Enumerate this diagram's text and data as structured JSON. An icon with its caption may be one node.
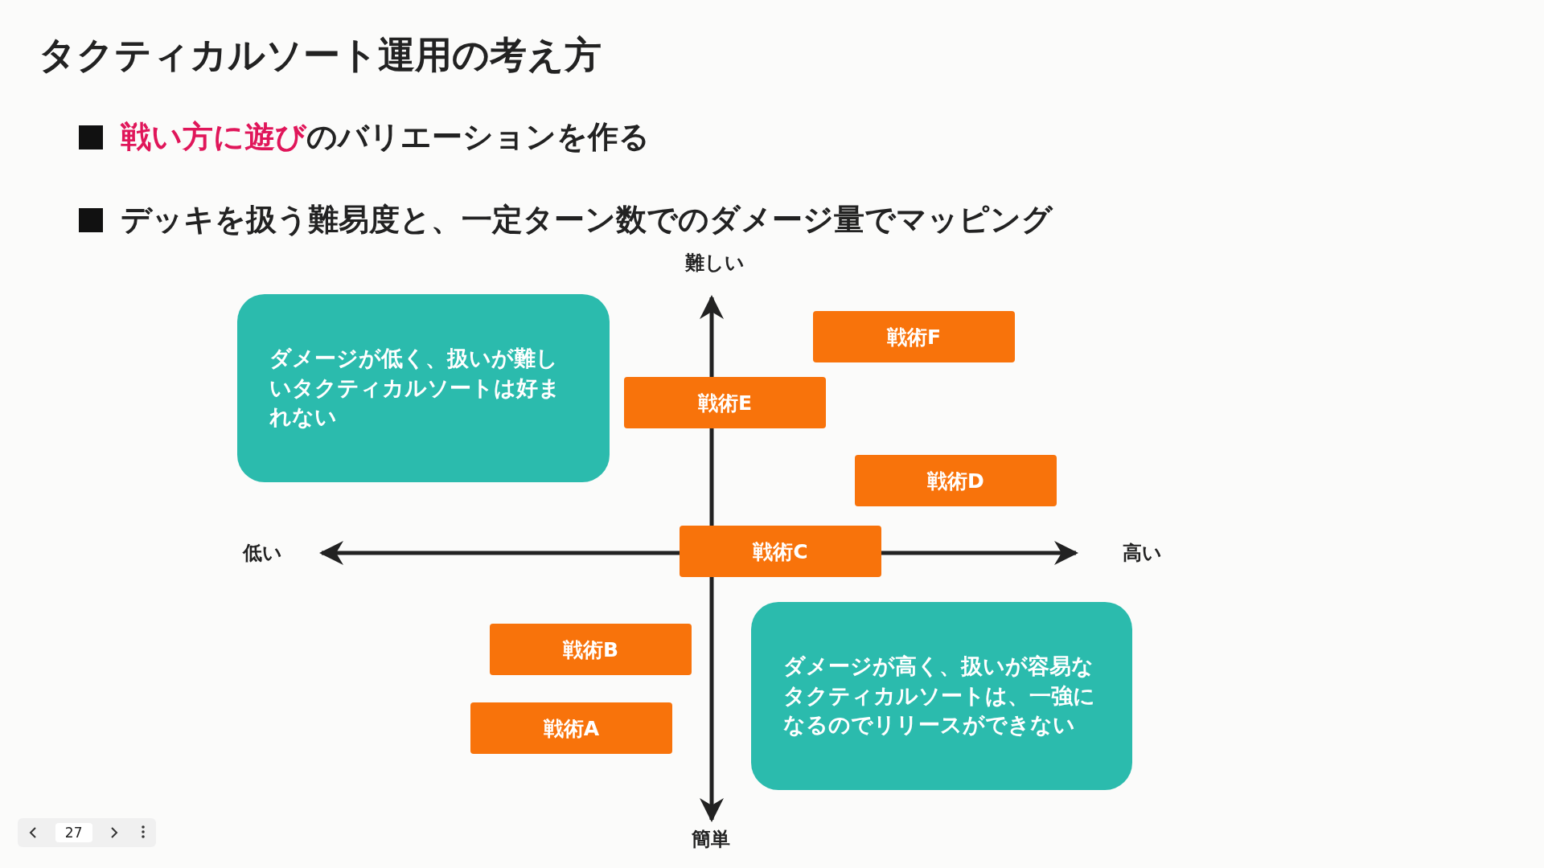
{
  "diagram": {
    "title": "タクティカルソート運用の考え方",
    "nodes": [
      {
        "text": [
          "ダメージが低く、扱いが難しいタクティカルソートは好まれない"
        ]
      },
      {
        "text": [
          "戦術F"
        ]
      },
      {
        "text": [
          "戦術E"
        ]
      },
      {
        "text": [
          "戦術D"
        ]
      },
      {
        "text": [
          "戦術C"
        ]
      },
      {
        "text": [
          "戦術B"
        ]
      },
      {
        "text": [
          "ダメージが高く、扱いが容易なタクティカルソートは、一強になるのでリリースができない"
        ]
      },
      {
        "text": [
          "戦術A"
        ]
      }
    ],
    "labels": [
      "**戦い方に遊び**のバリエーションを作る",
      "デッキを扱う難易度と、一定ターン数でのダメージ量でマッピング",
      "難しい",
      "低い",
      "高い",
      "簡単",
      "27"
    ]
  }
}
